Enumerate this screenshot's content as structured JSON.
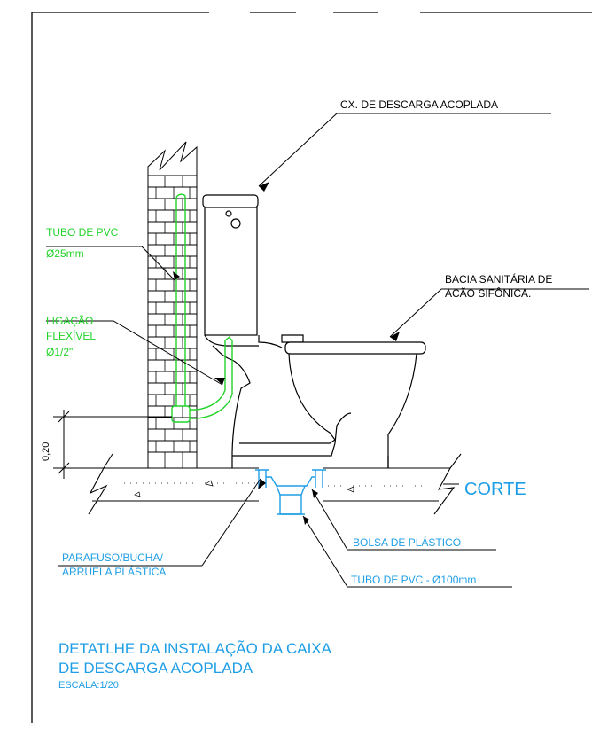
{
  "labels": {
    "cx_descarga": "CX. DE DESCARGA ACOPLADA",
    "bacia_1": "BACIA SANITÁRIA DE",
    "bacia_2": "ACÃO SIFÔNICA.",
    "tubo_pvc_1": "TUBO DE PVC",
    "tubo_pvc_2": "Ø25mm",
    "ligacao_1": "LIGAÇÃO",
    "ligacao_2": "FLEXÍVEL",
    "ligacao_3": "Ø1/2\"",
    "dimension": "0,20",
    "corte": "CORTE",
    "bolsa": "BOLSA DE PLÁSTICO",
    "tubo_100": "TUBO DE PVC - Ø100mm",
    "parafuso_1": "PARAFUSO/BUCHA/",
    "parafuso_2": "ARRUELA PLÁSTICA"
  },
  "title": {
    "line1": "DETATLHE DA INSTALAÇÃO DA CAIXA",
    "line2": "DE DESCARGA ACOPLADA",
    "scale": "ESCALA:1/20"
  },
  "colors": {
    "outline": "#000000",
    "water_pipe": "#22d32a",
    "sewer_fittings": "#1e9ee6",
    "text_blue": "#1e9ee6"
  }
}
